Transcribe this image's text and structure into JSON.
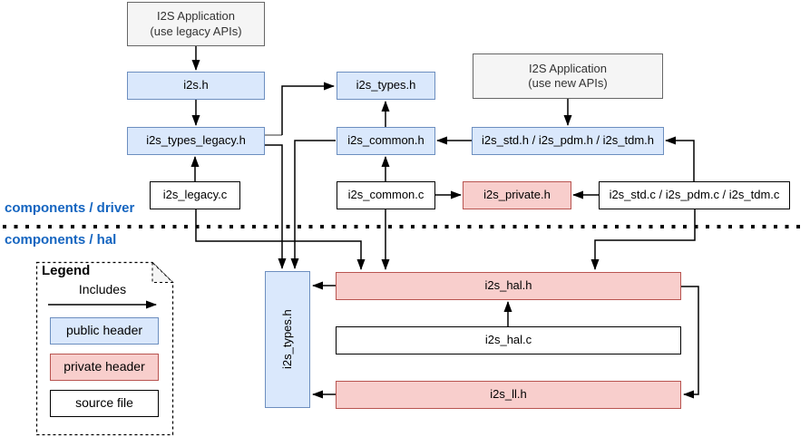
{
  "sections": {
    "driver_label": "components / driver",
    "hal_label": "components / hal"
  },
  "nodes": {
    "app_legacy": {
      "label": "I2S Application\n(use legacy APIs)"
    },
    "i2s_h": {
      "label": "i2s.h"
    },
    "i2s_types_legacy_h": {
      "label": "i2s_types_legacy.h"
    },
    "i2s_legacy_c": {
      "label": "i2s_legacy.c"
    },
    "i2s_types_h": {
      "label": "i2s_types.h"
    },
    "i2s_common_h": {
      "label": "i2s_common.h"
    },
    "i2s_common_c": {
      "label": "i2s_common.c"
    },
    "app_new": {
      "label": "I2S Application\n(use new APIs)"
    },
    "i2s_std_pdm_tdm_h": {
      "label": "i2s_std.h / i2s_pdm.h / i2s_tdm.h"
    },
    "i2s_private_h": {
      "label": "i2s_private.h"
    },
    "i2s_std_pdm_tdm_c": {
      "label": "i2s_std.c / i2s_pdm.c / i2s_tdm.c"
    },
    "hal_i2s_types_h": {
      "label": "i2s_types.h"
    },
    "i2s_hal_h": {
      "label": "i2s_hal.h"
    },
    "i2s_hal_c": {
      "label": "i2s_hal.c"
    },
    "i2s_ll_h": {
      "label": "i2s_ll.h"
    }
  },
  "legend": {
    "title": "Legend",
    "includes_label": "Includes",
    "public_header_label": "public header",
    "private_header_label": "private header",
    "source_file_label": "source file"
  },
  "colors": {
    "public_header_fill": "#dae8fc",
    "public_header_stroke": "#6c8ebf",
    "private_header_fill": "#f8cecc",
    "private_header_stroke": "#b85450",
    "application_fill": "#f5f5f5",
    "application_stroke": "#666666",
    "source_file_stroke": "#000000",
    "section_label_text": "#1565C0",
    "edge_stroke": "#000000"
  }
}
